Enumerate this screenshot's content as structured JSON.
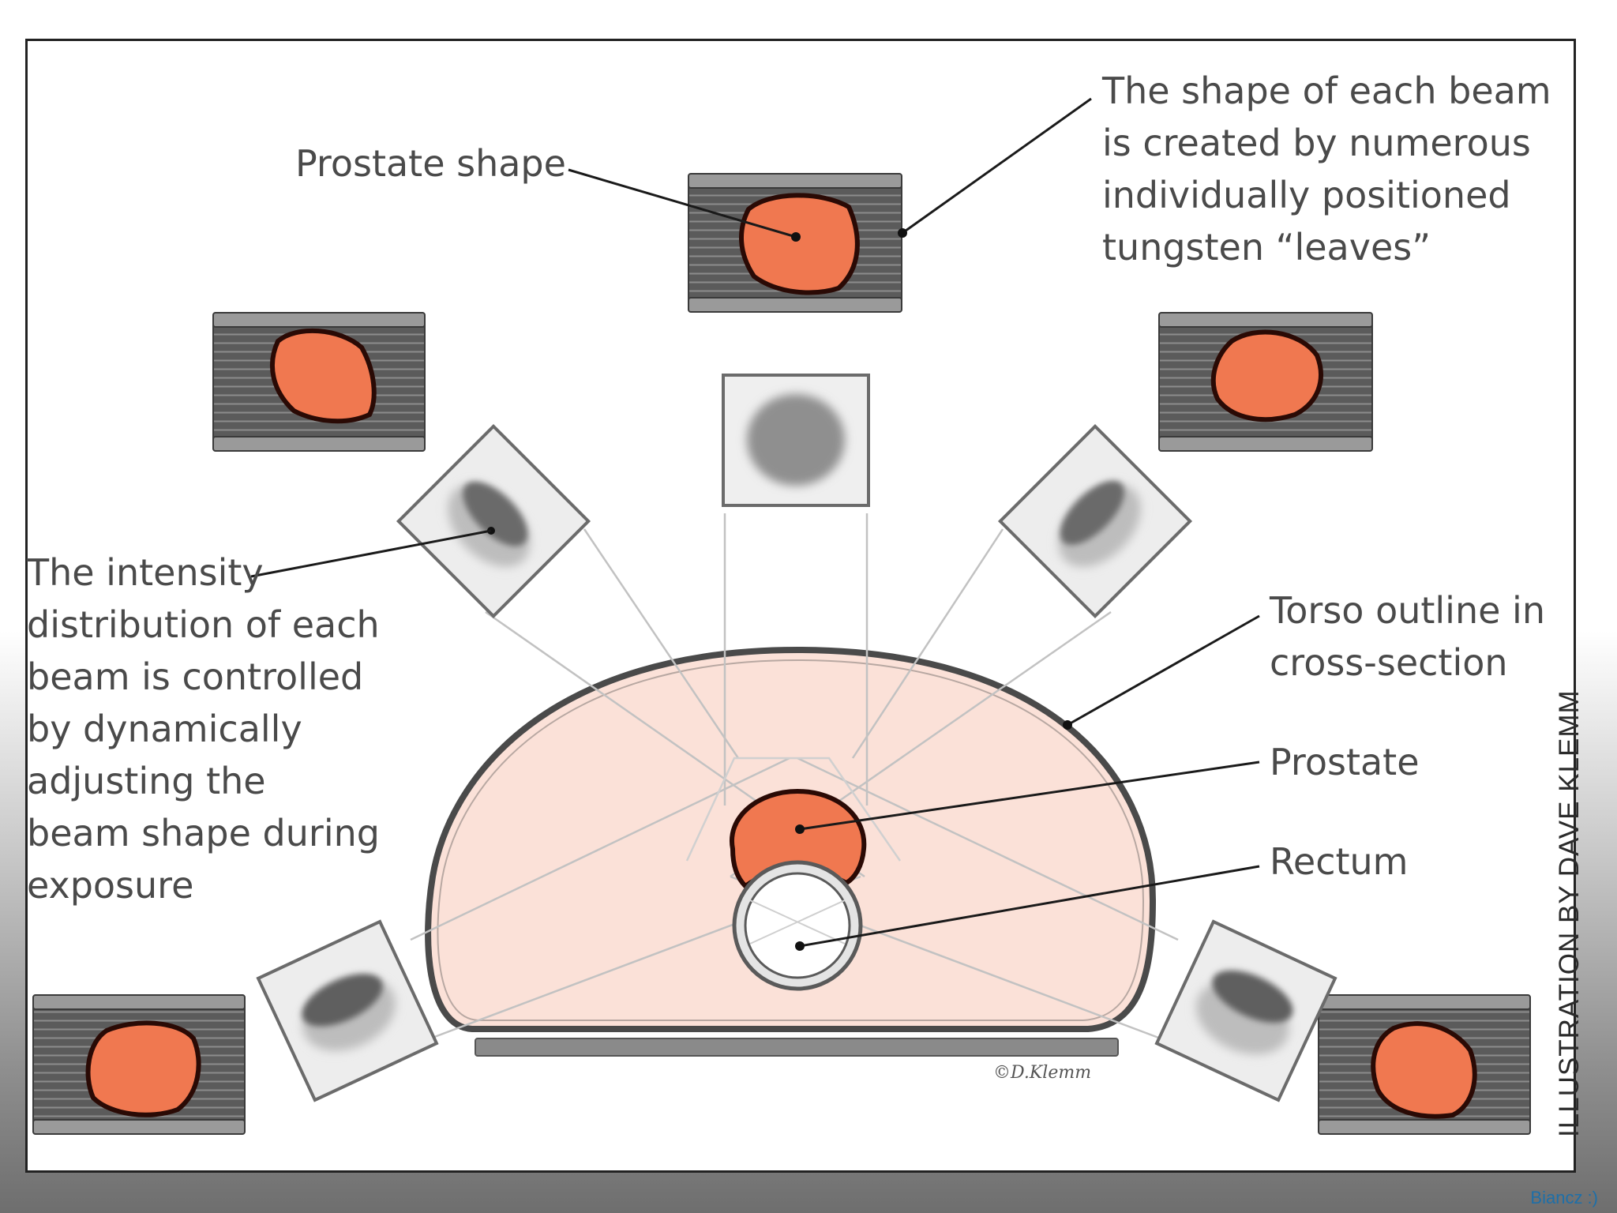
{
  "labels": {
    "prostate_shape": "Prostate shape",
    "beam_shape": "The shape of each beam\nis created by numerous\nindividually positioned\ntungsten “leaves”",
    "intensity": "The intensity\ndistribution of each\nbeam is controlled\nby dynamically\nadjusting the\nbeam shape during\nexposure",
    "torso": "Torso outline in\ncross-section",
    "prostate": "Prostate",
    "rectum": "Rectum"
  },
  "credits": {
    "illustration": "ILLUSTRATION BY DAVE KLEMM",
    "signature": "©D.Klemm",
    "footer": "Biancz :)"
  },
  "colors": {
    "prostate": "#f07850",
    "prostate_outline": "#2a0a05",
    "torso_fill": "#fbe1d8",
    "torso_outline": "#4a4a4a",
    "collimator": "#5b5b5b",
    "leaf_line": "#8c8c8c",
    "footer_text": "#1e6fa8"
  }
}
